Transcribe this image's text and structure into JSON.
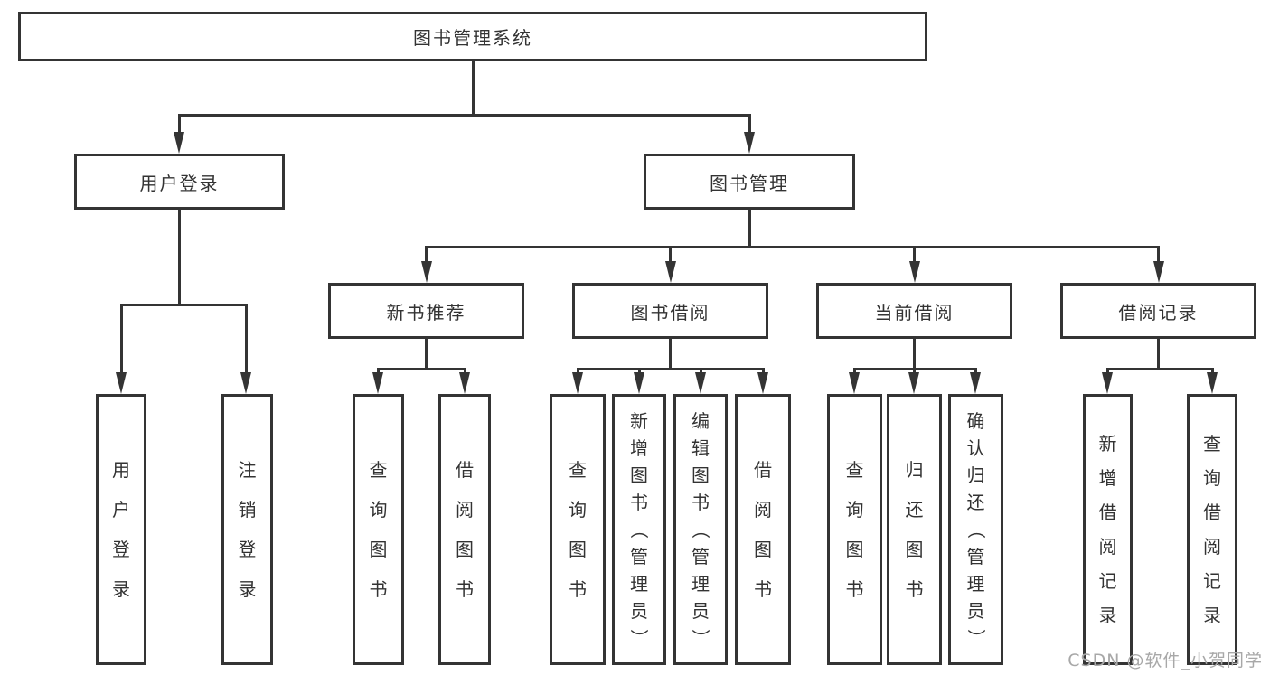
{
  "diagram": {
    "root": "图书管理系统",
    "level2": {
      "user_login": "用户登录",
      "book_management": "图书管理"
    },
    "level3": {
      "new_book": "新书推荐",
      "book_borrow": "图书借阅",
      "current_borrow": "当前借阅",
      "borrow_record": "借阅记录"
    },
    "leaves": {
      "user_login": [
        "用户登录",
        "注销登录"
      ],
      "new_book": [
        "查询图书",
        "借阅图书"
      ],
      "book_borrow": [
        "查询图书",
        "新增图书（管理员）",
        "编辑图书（管理员）",
        "借阅图书"
      ],
      "current_borrow": [
        "查询图书",
        "归还图书",
        "确认归还（管理员）"
      ],
      "borrow_record": [
        "新增借阅记录",
        "查询借阅记录"
      ]
    }
  },
  "watermark": "CSDN @软件_小贺同学",
  "colors": {
    "line": "#343434",
    "text": "#333333",
    "background": "#ffffff",
    "watermark": "#a8a8a8"
  }
}
